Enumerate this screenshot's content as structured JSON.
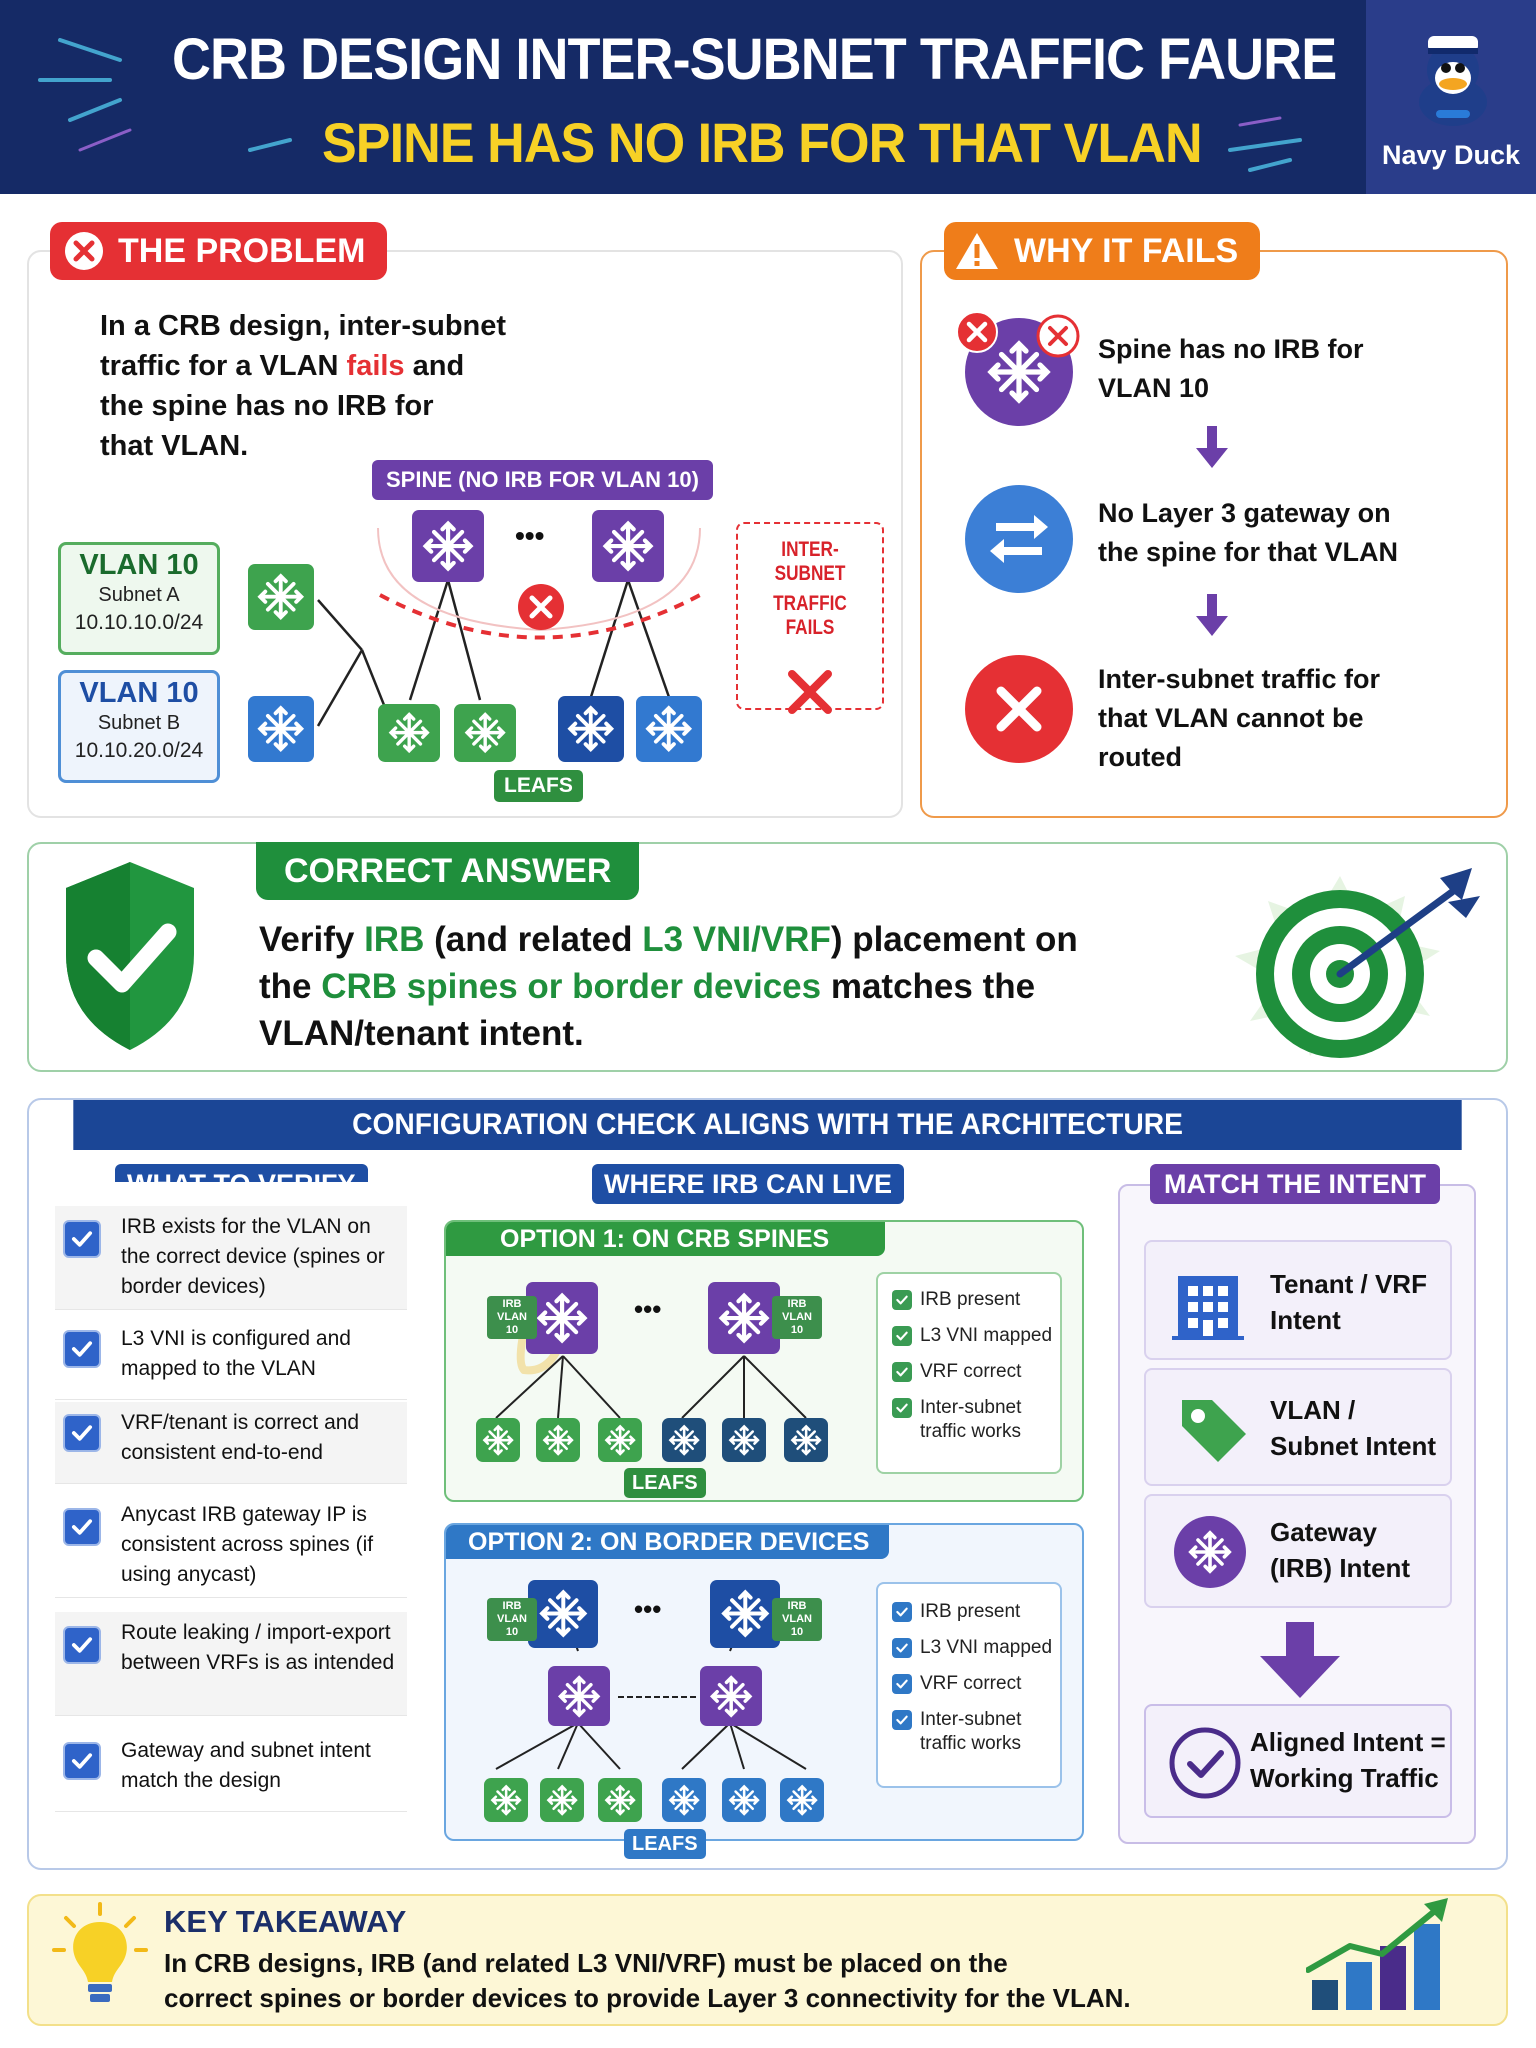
{
  "header": {
    "title": "CRB DESIGN INTER-SUBNET TRAFFIC FAURE",
    "subtitle": "SPINE HAS NO IRB FOR THAT VLAN",
    "brand": "Navy Duck"
  },
  "problem": {
    "label": "THE PROBLEM",
    "text_line1": "In a CRB design, inter-subnet",
    "text_line2_a": "traffic for a VLAN ",
    "text_line2_b": "fails",
    "text_line2_c": " and",
    "text_line3": "the spine has no IRB for",
    "text_line4": "that VLAN.",
    "spine_tag": "SPINE (NO IRB FOR VLAN 10)",
    "vlan10_title": "VLAN 10",
    "vlan10_subnet": "Subnet A",
    "vlan10_cidr": "10.10.10.0/24",
    "vlan20_title": "VLAN 10",
    "vlan20_subnet": "Subnet B",
    "vlan20_cidr": "10.10.20.0/24",
    "fail_line1": "INTER-SUBNET",
    "fail_line2": "TRAFFIC FAILS",
    "leafs": "LEAFS",
    "dots": "•••"
  },
  "why": {
    "label": "WHY IT FAILS",
    "step1": "Spine has no IRB for VLAN 10",
    "step2": "No Layer 3 gateway on the spine for that VLAN",
    "step3": "Inter-subnet traffic for that VLAN cannot be routed"
  },
  "answer": {
    "label": "CORRECT ANSWER",
    "l1a": "Verify ",
    "l1b": "IRB",
    "l1c": " (and related ",
    "l1d": "L3 VNI/VRF",
    "l1e": ") placement on",
    "l2a": "the ",
    "l2b": "CRB spines or border devices",
    "l2c": " matches the",
    "l3": "VLAN/tenant intent."
  },
  "config": {
    "banner": "CONFIGURATION CHECK ALIGNS WITH THE ARCHITECTURE",
    "verify_label": "WHAT TO VERIFY",
    "verify_items": [
      "IRB exists for the VLAN on the correct device (spines or border devices)",
      "L3 VNI is configured and mapped to the VLAN",
      "VRF/tenant is correct and consistent end-to-end",
      "Anycast IRB gateway IP is consistent across spines (if using anycast)",
      "Route leaking / import-export between VRFs is as intended",
      "Gateway and subnet intent match the design"
    ],
    "where_label": "WHERE IRB CAN LIVE",
    "opt1_label": "OPTION 1: ON CRB SPINES",
    "opt2_label": "OPTION 2: ON BORDER DEVICES",
    "irb_tag_a": "IRB",
    "irb_tag_b": "VLAN 10",
    "leafs": "LEAFS",
    "dots": "•••",
    "checks": [
      "IRB present",
      "L3 VNI mapped",
      "VRF correct",
      "Inter-subnet traffic works"
    ],
    "match_label": "MATCH THE INTENT",
    "intent1": "Tenant / VRF Intent",
    "intent2": "VLAN / Subnet Intent",
    "intent3": "Gateway (IRB) Intent",
    "intent4": "Aligned Intent = Working Traffic"
  },
  "takeaway": {
    "label": "KEY TAKEAWAY",
    "line1": "In CRB designs, IRB (and related L3 VNI/VRF) must be placed on the",
    "line2": "correct spines or border devices to provide Layer 3 connectivity for the VLAN."
  },
  "colors": {
    "navy": "#152a66",
    "yellow": "#f7d126",
    "red": "#e53034",
    "orange": "#ef7d1a",
    "green": "#1f8f3c",
    "blue": "#1e4ea4",
    "purple": "#6b3fa8"
  }
}
